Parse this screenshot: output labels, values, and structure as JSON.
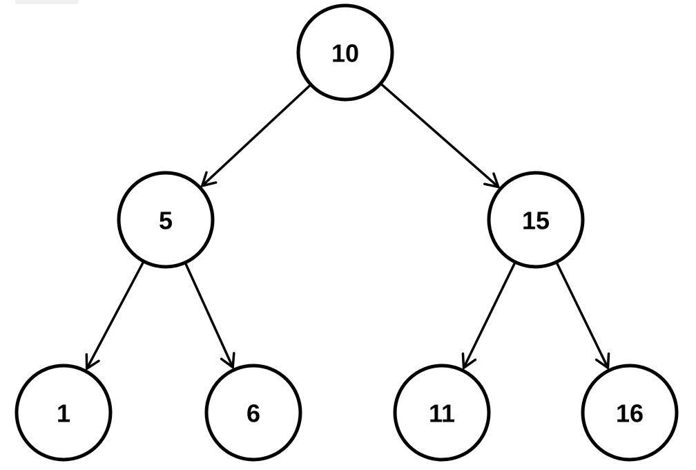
{
  "diagram": {
    "kind": "binary-search-tree",
    "root": "n10",
    "nodes": [
      {
        "id": "n10",
        "label": "10"
      },
      {
        "id": "n5",
        "label": "5"
      },
      {
        "id": "n15",
        "label": "15"
      },
      {
        "id": "n1",
        "label": "1"
      },
      {
        "id": "n6",
        "label": "6"
      },
      {
        "id": "n11",
        "label": "11"
      },
      {
        "id": "n16",
        "label": "16"
      }
    ],
    "edges": [
      {
        "from": "n10",
        "to": "n5",
        "side": "left"
      },
      {
        "from": "n10",
        "to": "n15",
        "side": "right"
      },
      {
        "from": "n5",
        "to": "n1",
        "side": "left"
      },
      {
        "from": "n5",
        "to": "n6",
        "side": "right"
      },
      {
        "from": "n15",
        "to": "n11",
        "side": "left"
      },
      {
        "from": "n15",
        "to": "n16",
        "side": "right"
      }
    ],
    "colors": {
      "stroke": "#000000",
      "fill": "#ffffff",
      "text": "#000000"
    }
  }
}
